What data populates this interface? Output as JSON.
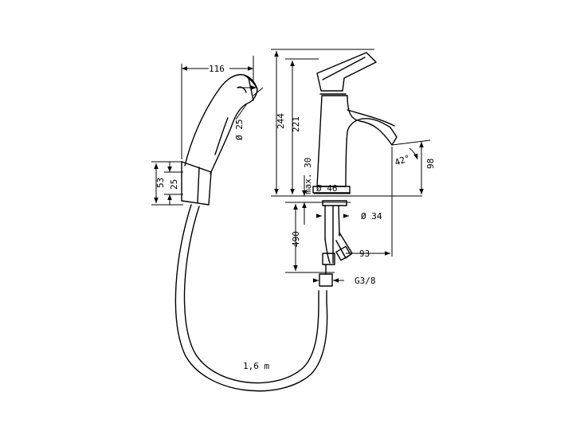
{
  "dimensions": {
    "handshower_width": "116",
    "handshower_dia": "Ø 25",
    "holder_height": "53",
    "holder_inner": "25",
    "hose_length": "1,6 m",
    "height_total": "244",
    "height_spout": "221",
    "max_thickness": "max. 30",
    "base_dia": "Ø 46",
    "spout_angle": "42°",
    "spout_height": "98",
    "hole_dia": "Ø 34",
    "connection_length": "490",
    "projection": "93",
    "thread": "G3/8"
  }
}
